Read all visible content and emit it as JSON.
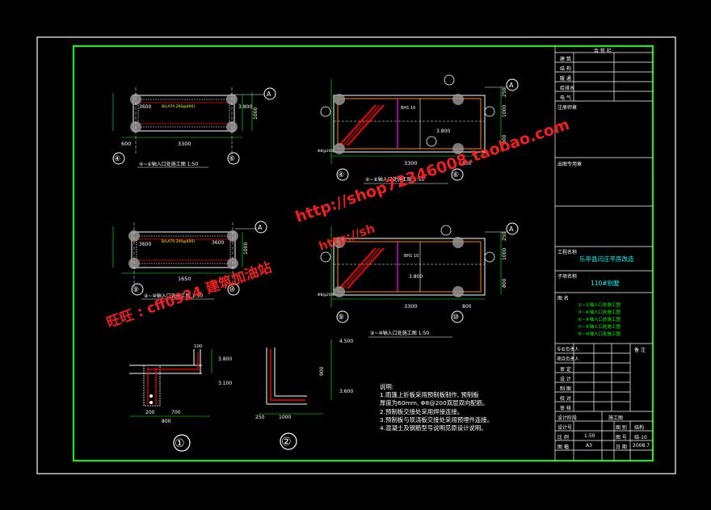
{
  "title_block": {
    "header": "会 签 栏",
    "signoff_rows": [
      "建 筑",
      "结 构",
      "暖 通",
      "给排水",
      "电 气"
    ],
    "design_seal_label": "出图专用章",
    "stamp_label": "注册师章",
    "project_name_label": "工程名称",
    "project_name": "乐亭县闫庄平房改造",
    "subproject_label": "子项名称",
    "subproject_name": "110#别墅",
    "drawing_name_label": "图 名",
    "drawing_names": [
      "①~②轴入口处施工图",
      "③~⑥轴入口处施工图",
      "④~⑨轴入口处施工图",
      "⑦~⑨轴入口处施工图",
      "⑧~⑩轴入口处施工图"
    ],
    "responsibility_rows": [
      "专业负责人",
      "项目负责人",
      "审 定",
      "设 计",
      "制 图",
      "校 对",
      "审 核"
    ],
    "remarks_label": "备 注",
    "design_phase_label": "设计阶段",
    "design_phase_value": "施工图",
    "design_number_label": "设计号",
    "drawing_category_label": "图 别",
    "drawing_category_value": "结构",
    "scale_label": "比 例",
    "scale_value": "1:50",
    "drawing_number_label": "图 号",
    "drawing_number_value": "结-10",
    "sheet_label": "图 幅",
    "sheet_value": "A3",
    "date_label": "日 期",
    "date_value": "2008.7"
  },
  "notes": {
    "heading": "说明:",
    "lines": [
      "1.雨篷上折板采用预制板制作, 预制板",
      "  厚度为60mm, Φ8@200双层双向配筋。",
      "2.预制板交接处采用焊接连接。",
      "3.预制板与现浇板交接处采用预埋件连接。",
      "4.混凝土及钢筋型号说明见原设计说明。"
    ]
  },
  "plans": {
    "plan_a_title": "④~⑥轴入口处施工图 1:50",
    "plan_b_title": "④~⑥轴入口处施工图 1:50",
    "plan_c_title": "⑨~⑩轴入口处施工图 1:50",
    "plan_d_title": "⑨~⑩轴入口处施工图 1:50",
    "dim_3300": "3300",
    "dim_600": "600",
    "dim_1650": "1650",
    "dim_3600": "3600",
    "dim_3800": "3.800",
    "dim_1000": "1000",
    "dim_800": "800",
    "dim_250": "250",
    "dim_700": "700",
    "dim_200": "200",
    "dim_4500": "4.500",
    "dim_900": "900",
    "dim_3600b": "3.600",
    "dim_3100": "3.100",
    "dim_100": "100",
    "axis_A": "A",
    "axis_4": "④",
    "axis_6": "⑥",
    "axis_9": "⑨",
    "axis_10": "⑩",
    "detail_1": "①",
    "detail_2": "②",
    "label_plate": "B(LA70 200@400)",
    "label_plate2": "B(LA70 200@400)",
    "label_rebar": "Φ8@200",
    "label_bars": "BH1 10"
  },
  "watermark": {
    "text1": "http://shop72346008.taobao.com",
    "text2": "旺旺 : cff0924 建筑加油站",
    "text3": "http://sh"
  },
  "colors": {
    "frame": "#00ff00",
    "line": "#ffffff",
    "dim": "#00ff00",
    "axis": "#ffffff",
    "red": "#ff0000",
    "magenta": "#ff00ff",
    "yellow": "#ffff00",
    "cyan": "#00ffff",
    "watermark": "#ff2020"
  }
}
